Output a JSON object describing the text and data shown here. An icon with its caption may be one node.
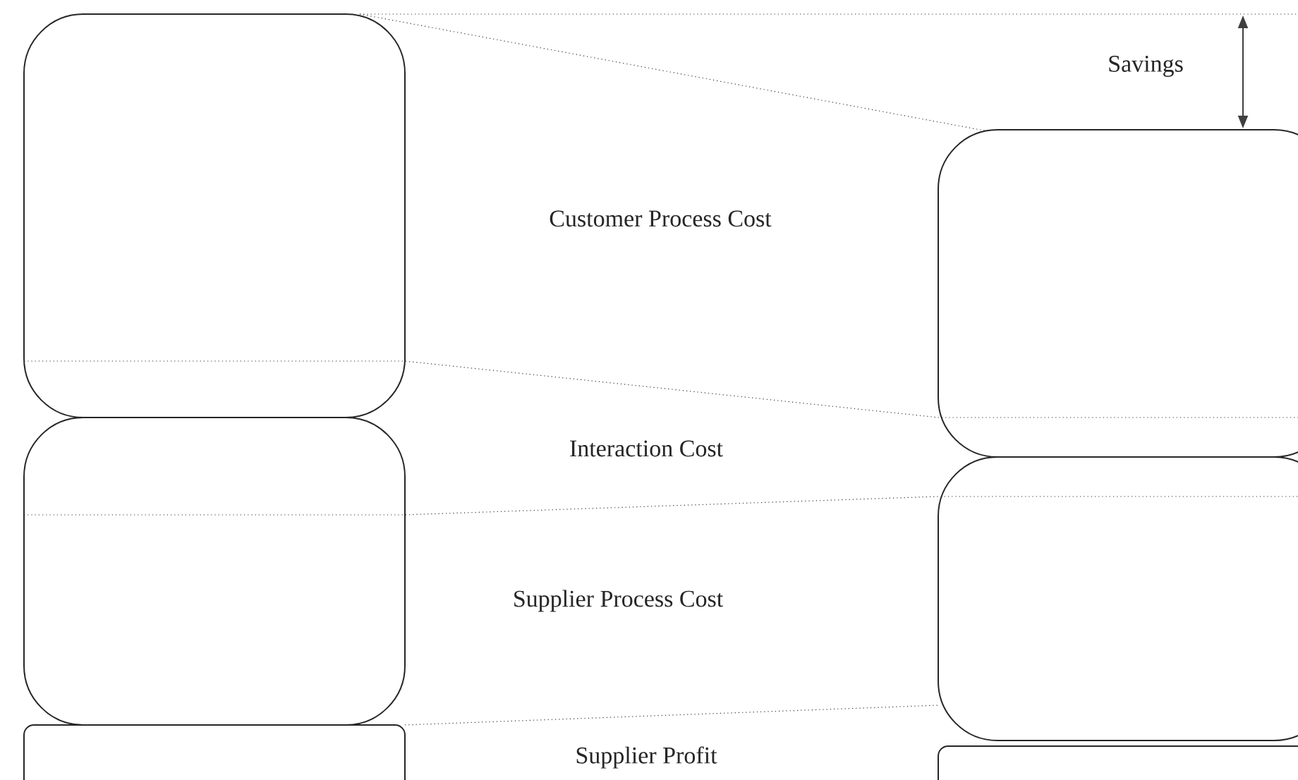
{
  "diagram": {
    "nodes": [
      {
        "text": [],
        "shape": "box"
      },
      {
        "text": [],
        "shape": "box"
      },
      {
        "text": [],
        "shape": "box"
      },
      {
        "text": [],
        "shape": "box"
      },
      {
        "text": [],
        "shape": "box"
      },
      {
        "text": [],
        "shape": "box"
      }
    ],
    "labels": [
      "Savings",
      "Customer Process Cost",
      "Interaction Cost",
      "Supplier Process Cost",
      "Supplier Profit"
    ]
  }
}
